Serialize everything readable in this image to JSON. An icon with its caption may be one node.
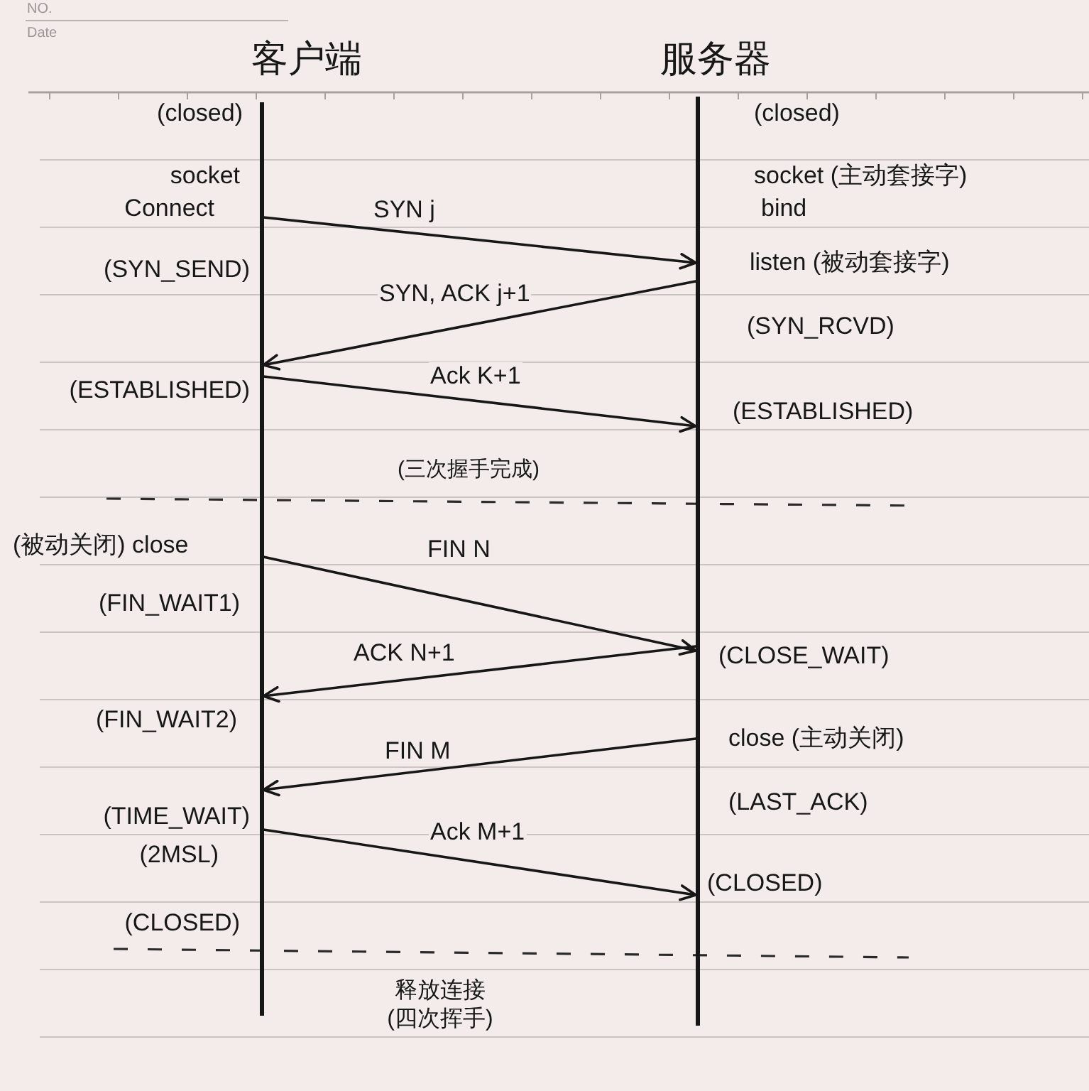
{
  "diagram": {
    "nodes": [
      {
        "text": [],
        "shape": "line",
        "beside": [
          "客户端"
        ]
      },
      {
        "text": [],
        "shape": "line",
        "beside": [
          "服务器"
        ]
      }
    ],
    "edges": [
      {
        "from": 0,
        "to": 1,
        "arrow": "to",
        "label": "SYN j"
      },
      {
        "from": 1,
        "to": 0,
        "arrow": "to",
        "label": "SYN, ACK j+1"
      },
      {
        "from": 0,
        "to": 1,
        "arrow": "to",
        "label": "Ack K+1"
      },
      {
        "from": 0,
        "to": 1,
        "arrow": "to",
        "label": "FIN N"
      },
      {
        "from": 1,
        "to": 0,
        "arrow": "to",
        "label": "ACK N+1"
      },
      {
        "from": 1,
        "to": 0,
        "arrow": "to",
        "label": "FIN M"
      },
      {
        "from": 0,
        "to": 1,
        "arrow": "to",
        "label": "Ack M+1"
      }
    ],
    "labels": [
      "NO.",
      "Date",
      "(closed)",
      "(closed)",
      "socket",
      "socket (主动套接字)",
      "Connect",
      "bind",
      "listen (被动套接字)",
      "(SYN_SEND)",
      "(SYN_RCVD)",
      "(ESTABLISHED)",
      "(ESTABLISHED)",
      "(三次握手完成)",
      "(被动关闭) close",
      "(FIN_WAIT1)",
      "(CLOSE_WAIT)",
      "(FIN_WAIT2)",
      "close (主动关闭)",
      "(LAST_ACK)",
      "(TIME_WAIT)",
      "(2MSL)",
      "(CLOSED)",
      "(CLOSED)",
      "释放连接",
      "(四次挥手)"
    ]
  }
}
